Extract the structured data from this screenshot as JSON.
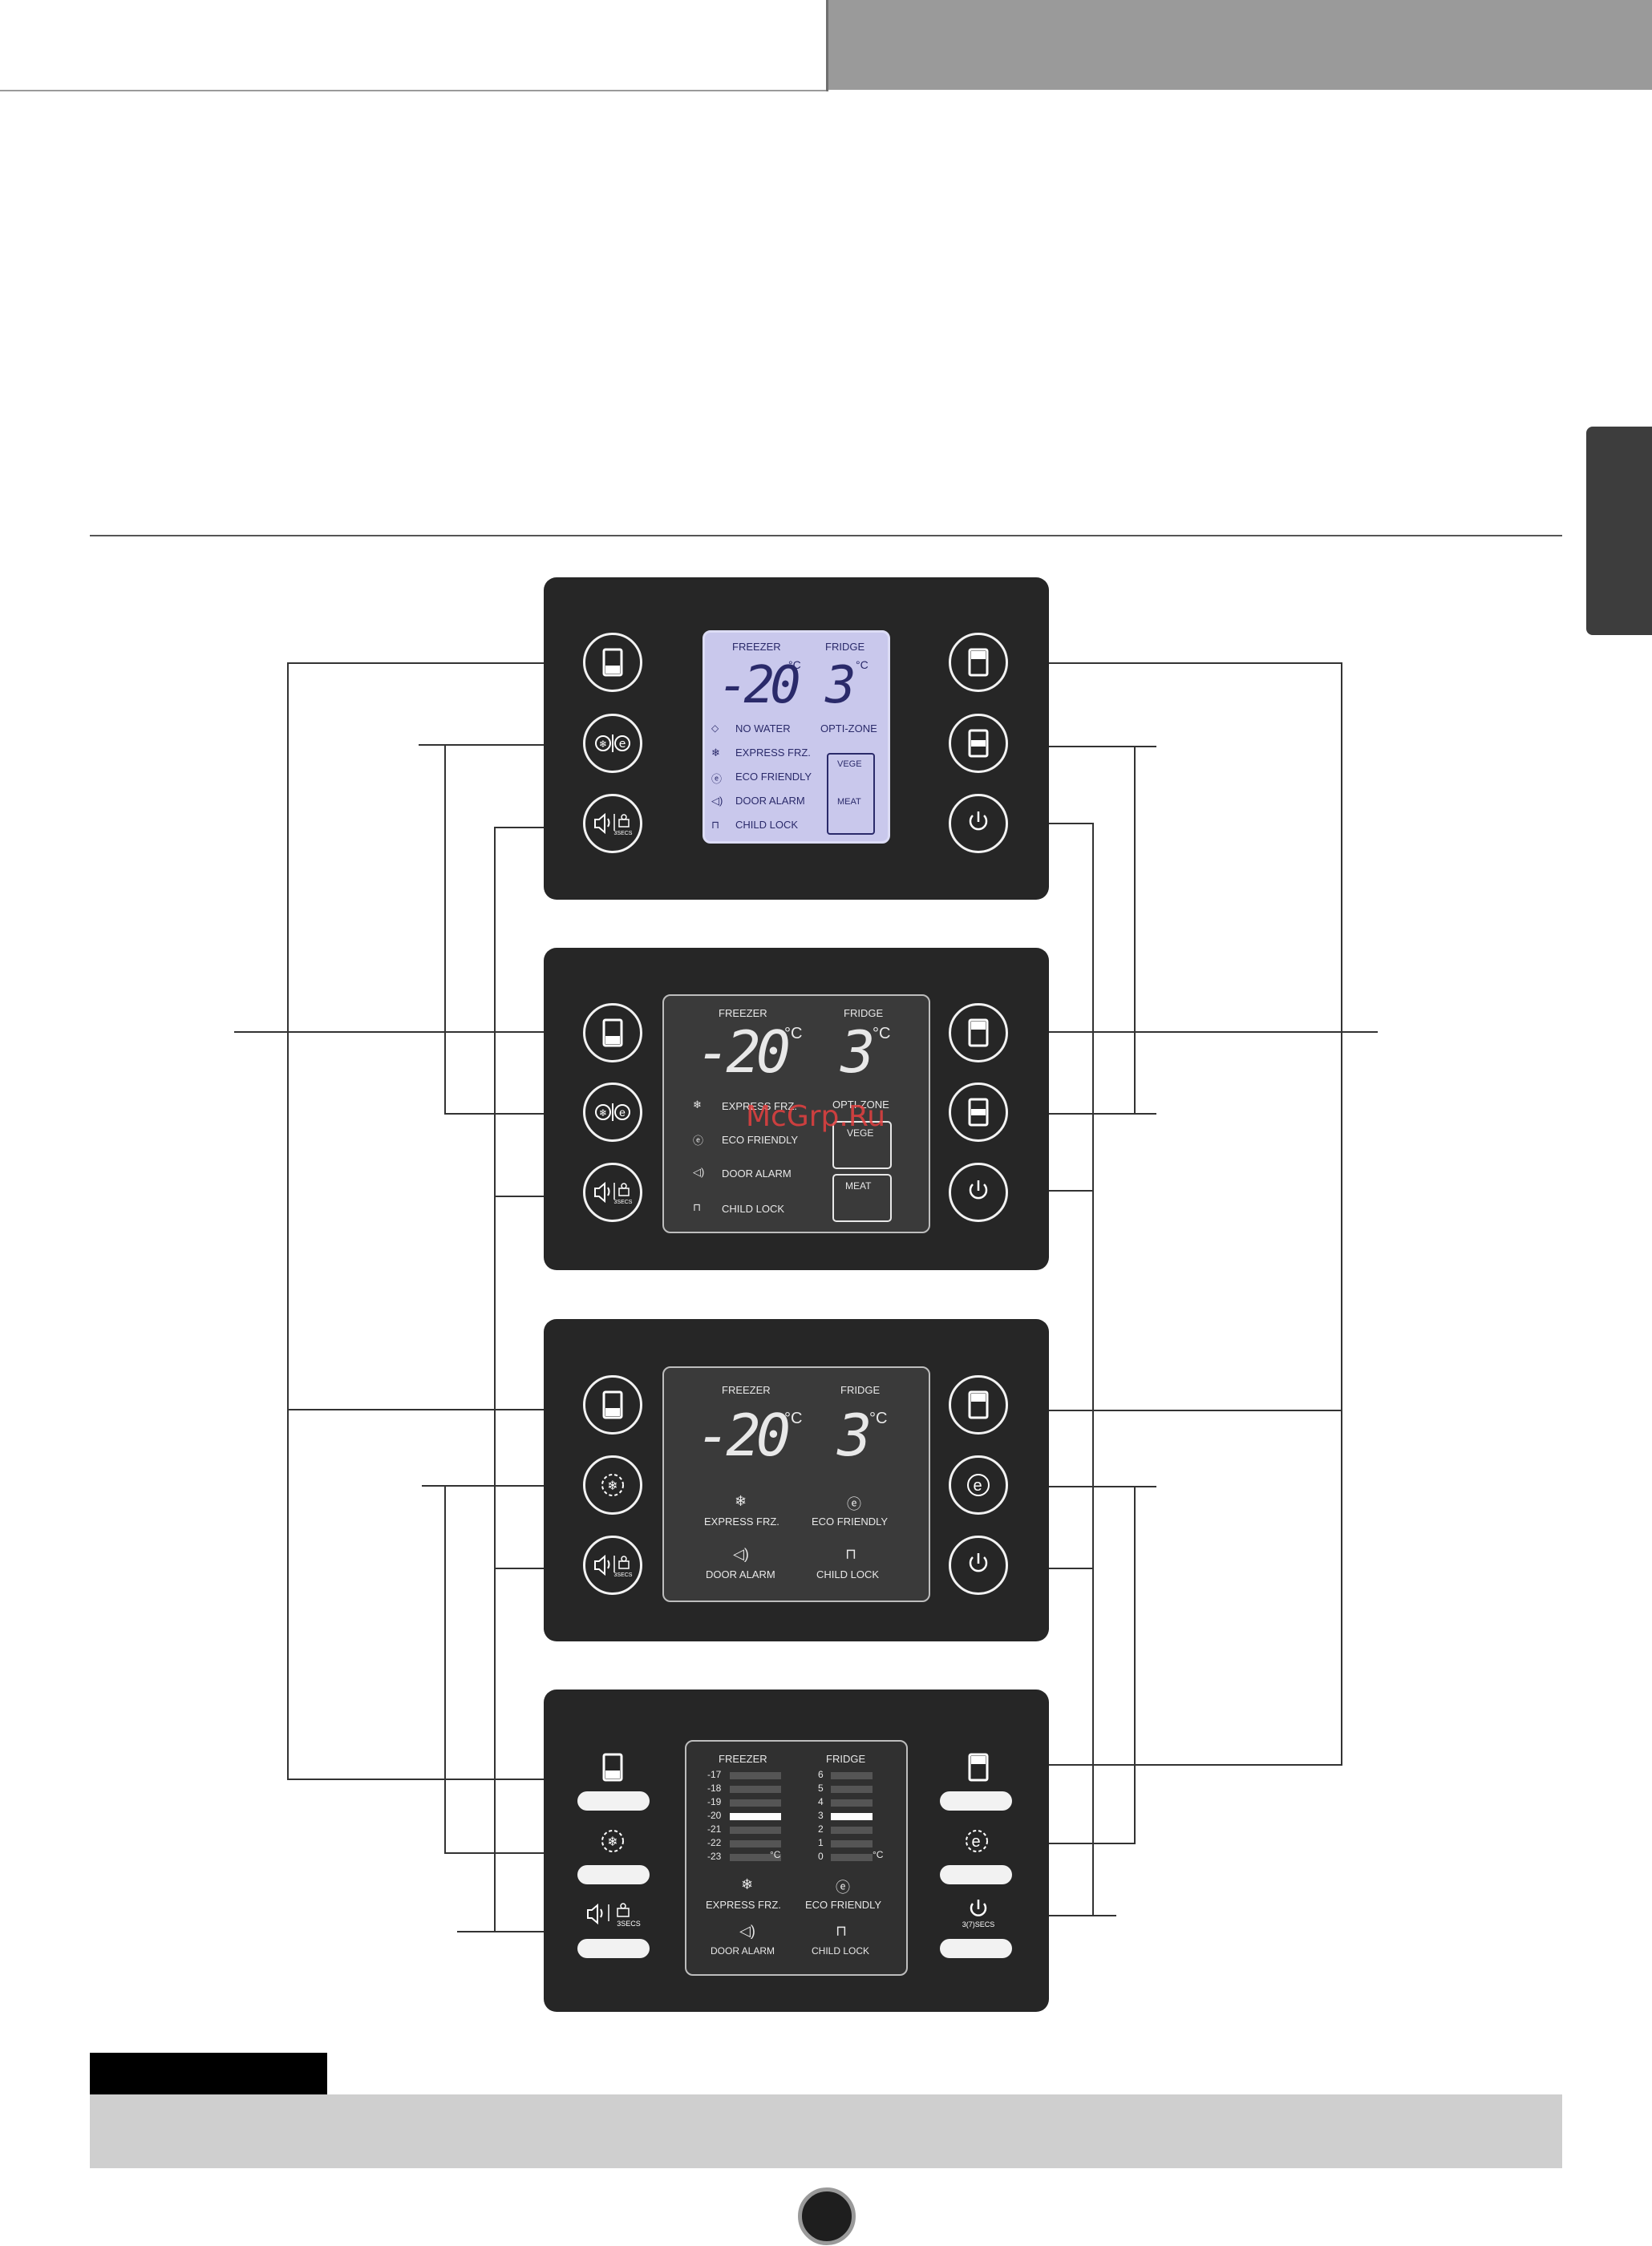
{
  "labels": {
    "freezer": "FREEZER",
    "fridge": "FRIDGE",
    "freezer_temp": "-20",
    "fridge_temp": "3",
    "deg_c": "°C",
    "no_water": "NO WATER",
    "express_frz": "EXPRESS FRZ.",
    "eco_friendly": "ECO FRIENDLY",
    "door_alarm": "DOOR ALARM",
    "child_lock": "CHILD LOCK",
    "opti_zone": "OPTI-ZONE",
    "vege": "VEGE",
    "meat": "MEAT",
    "secs3": "3SECS",
    "secs37": "3(7)SECS"
  },
  "watermark": "McGrp.Ru",
  "freezer_scale": [
    "-17",
    "-18",
    "-19",
    "-20",
    "-21",
    "-22",
    "-23"
  ],
  "fridge_scale": [
    "6",
    "5",
    "4",
    "3",
    "2",
    "1",
    "0"
  ],
  "freezer_selected": "-20",
  "fridge_selected": "3",
  "icons": [
    "freezer-temp-icon",
    "fridge-temp-icon",
    "express-freeze-icon",
    "eco-friendly-icon",
    "door-alarm-icon",
    "child-lock-icon",
    "power-icon",
    "opti-zone-icon",
    "no-water-icon"
  ]
}
